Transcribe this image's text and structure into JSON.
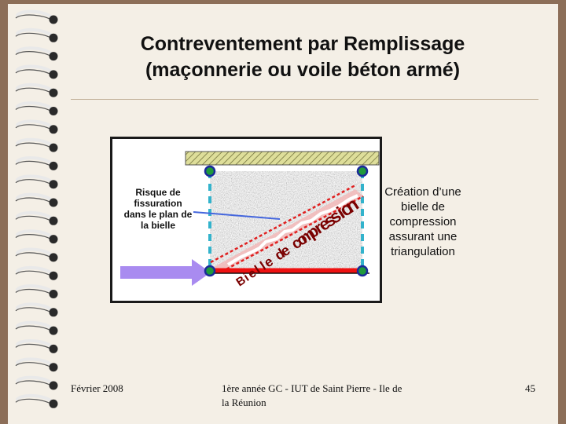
{
  "slide": {
    "title_line1": "Contreventement par Remplissage",
    "title_line2": "(maçonnerie ou voile béton armé)"
  },
  "diagram": {
    "risk_label": "Risque de fissuration dans le plan de la bielle",
    "strut_label": "Bielle de compression",
    "strut_letters": [
      "B",
      "i",
      "e",
      "l",
      "l",
      "e",
      " ",
      "d",
      "e",
      " ",
      "c",
      "o",
      "m",
      "p",
      "r",
      "e",
      "s",
      "s",
      "i",
      "o",
      "n"
    ],
    "note": "Création d’une bielle de compression assurant une triangulation",
    "colors": {
      "force_arrow": "#a98bf0",
      "strut": "#ee2222",
      "beam_bottom": "#ee1111",
      "column": "#33b3cc",
      "joint": "#1f9a3c",
      "crack_pointer": "#4466dd"
    }
  },
  "footer": {
    "date": "Février 2008",
    "course": "1ère année GC - IUT de Saint Pierre - Ile de la Réunion",
    "page": "45"
  }
}
